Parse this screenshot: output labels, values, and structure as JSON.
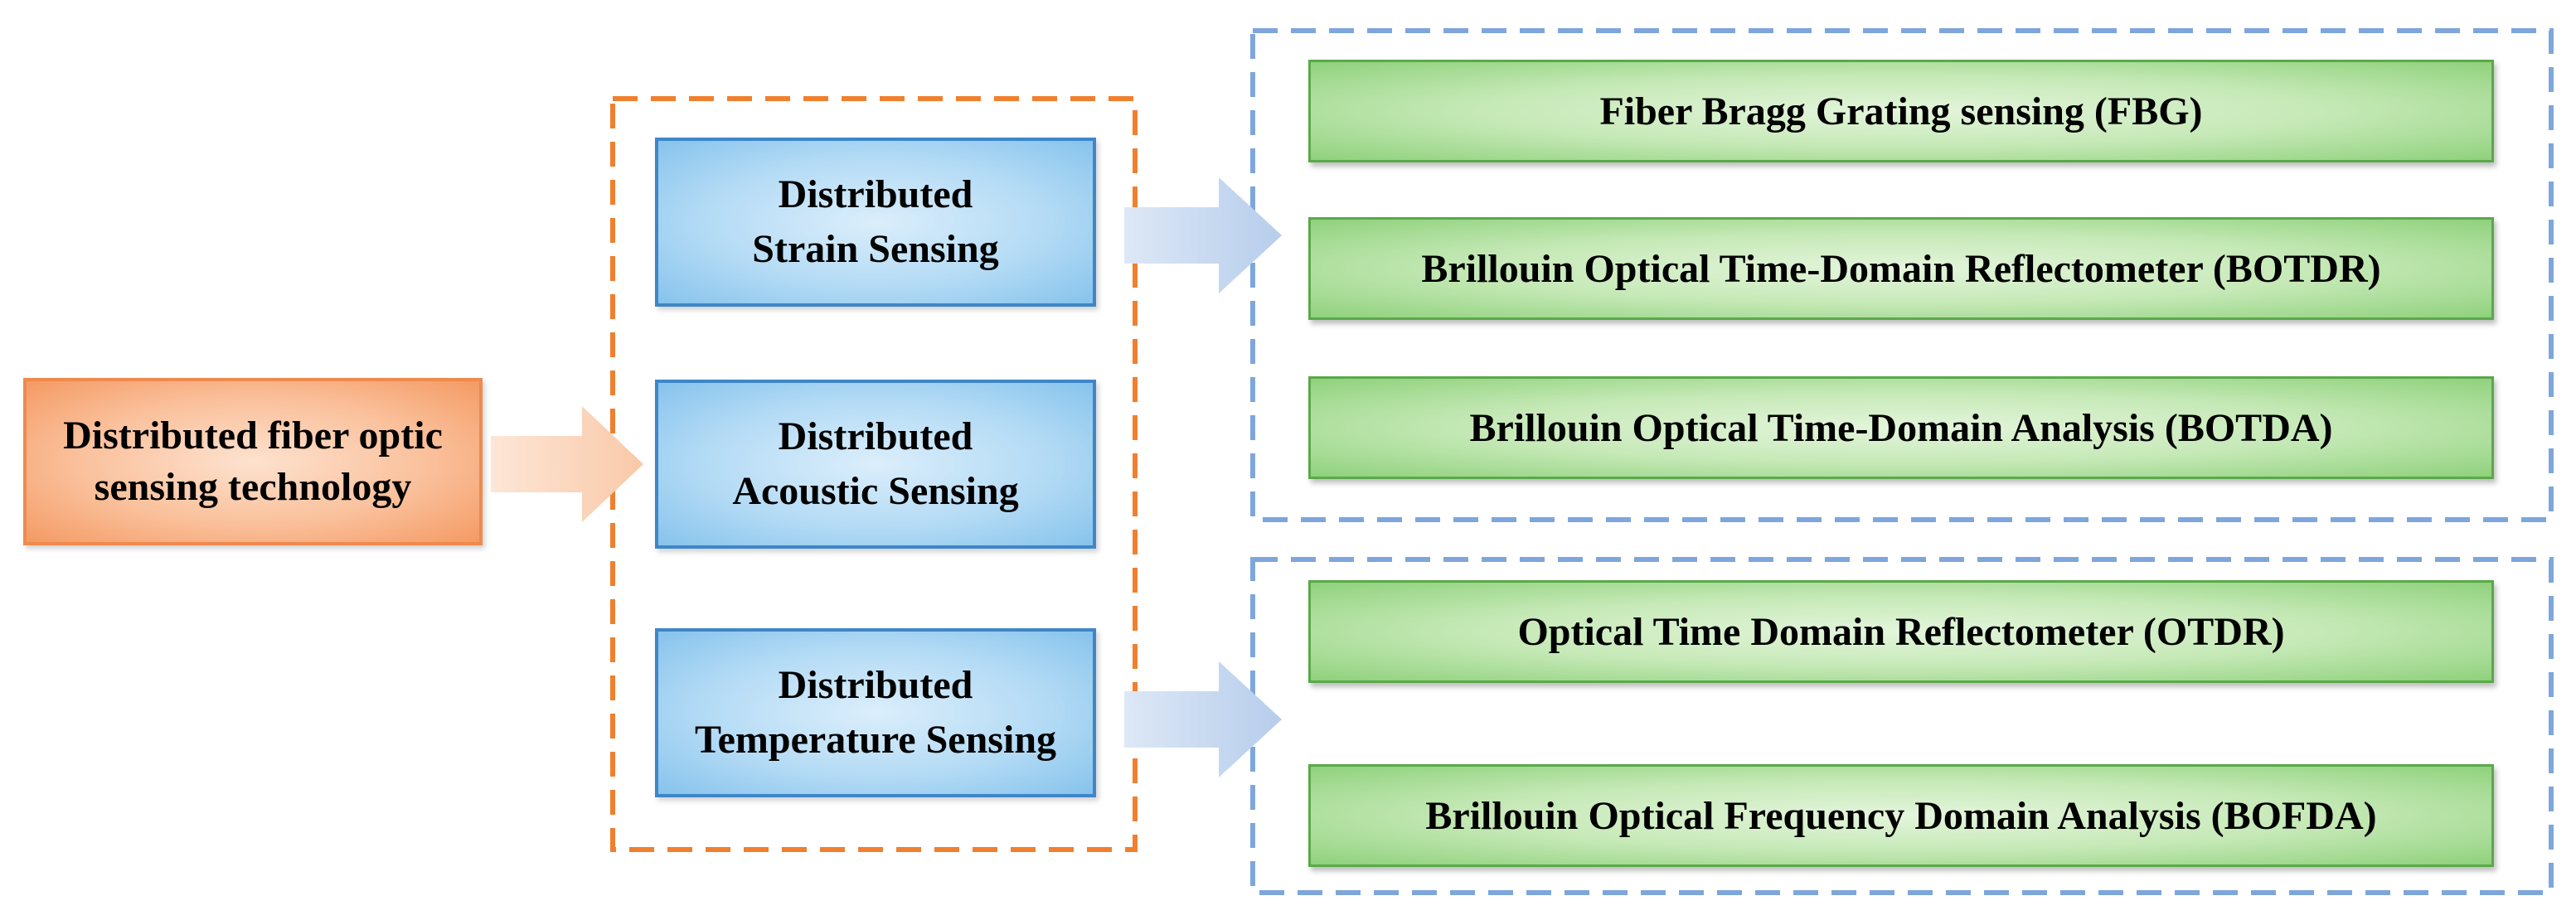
{
  "root": {
    "line1": "Distributed fiber optic",
    "line2": "sensing technology"
  },
  "categories": [
    {
      "line1": "Distributed",
      "line2": "Strain Sensing"
    },
    {
      "line1": "Distributed",
      "line2": "Acoustic Sensing"
    },
    {
      "line1": "Distributed",
      "line2": "Temperature Sensing"
    }
  ],
  "strain_methods": [
    "Fiber Bragg Grating sensing (FBG)",
    "Brillouin Optical Time-Domain Reflectometer (BOTDR)",
    "Brillouin Optical Time-Domain Analysis (BOTDA)"
  ],
  "temperature_methods": [
    "Optical Time Domain Reflectometer (OTDR)",
    "Brillouin Optical Frequency Domain Analysis (BOFDA)"
  ],
  "colors": {
    "root_fill": "#fac09b",
    "root_border": "#ee8a4e",
    "category_fill": "#b4dbf5",
    "category_border": "#3f86c8",
    "method_fill": "#c6e9b7",
    "method_border": "#5aa94a",
    "orange_dashed_group": "#f07f2e",
    "blue_dashed_group": "#7ea6dc"
  }
}
